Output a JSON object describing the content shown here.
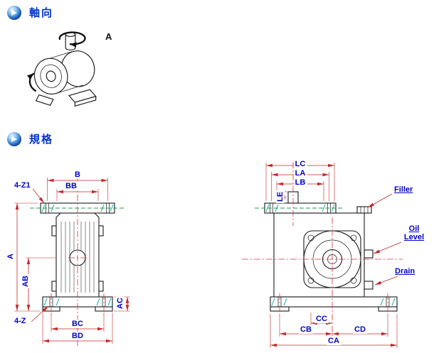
{
  "sections": {
    "axial": {
      "title": "軸向"
    },
    "spec": {
      "title": "規格"
    }
  },
  "axial_view": {
    "direction_label": "A"
  },
  "front_view": {
    "dim_b": "B",
    "dim_bb": "BB",
    "dim_a": "A",
    "dim_ab": "AB",
    "dim_ac": "AC",
    "dim_bc": "BC",
    "dim_bd": "BD",
    "callout_z1": "4-Z1",
    "callout_z": "4-Z"
  },
  "side_view": {
    "dim_lc": "LC",
    "dim_la": "LA",
    "dim_lb": "LB",
    "dim_le": "LE",
    "dim_cc": "CC",
    "dim_cb": "CB",
    "dim_cd": "CD",
    "dim_ca": "CA",
    "callout_filler": "Filler",
    "callout_oil_level": "Oil Level",
    "callout_drain": "Drain"
  },
  "colors": {
    "label_blue": "#0000cc",
    "dimension_red": "#c62828",
    "centerline_red": "#e03030",
    "centerline_green": "#18a04a",
    "hatch_teal": "#00a0a0",
    "outline_black": "#1a1a1a"
  }
}
